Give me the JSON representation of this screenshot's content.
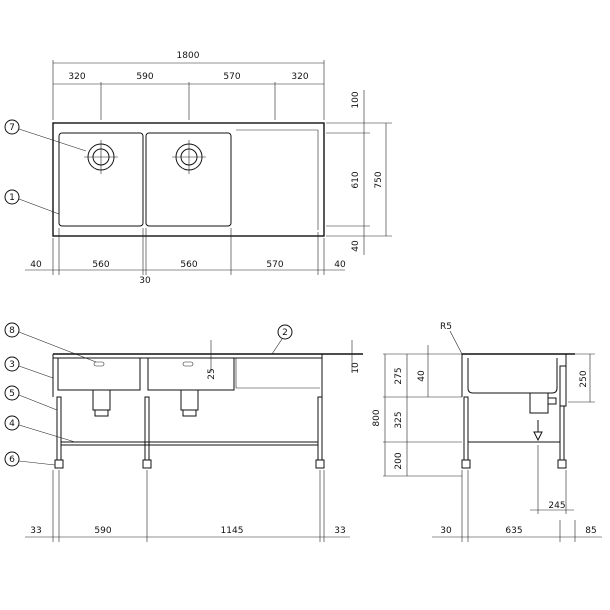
{
  "plan": {
    "overall_width": "1800",
    "top_dims": [
      "320",
      "590",
      "570",
      "320"
    ],
    "bottom_dims": [
      "40",
      "560",
      "560",
      "570",
      "40"
    ],
    "bottom_sub": "30",
    "right_dims": [
      "100",
      "610",
      "40"
    ],
    "depth": "750"
  },
  "front": {
    "height_dim": "25",
    "right_dim": "10",
    "bottom_dims": [
      "33",
      "590",
      "1145",
      "33"
    ]
  },
  "side": {
    "radius": "R5",
    "overall_height": "800",
    "left_dims": [
      "275",
      "325",
      "200"
    ],
    "inner_dim": "40",
    "right_dim": "250",
    "offset_dim": "245",
    "bottom_dims": [
      "30",
      "635",
      "85"
    ]
  },
  "callouts": [
    "7",
    "1",
    "8",
    "2",
    "3",
    "5",
    "4",
    "6"
  ]
}
